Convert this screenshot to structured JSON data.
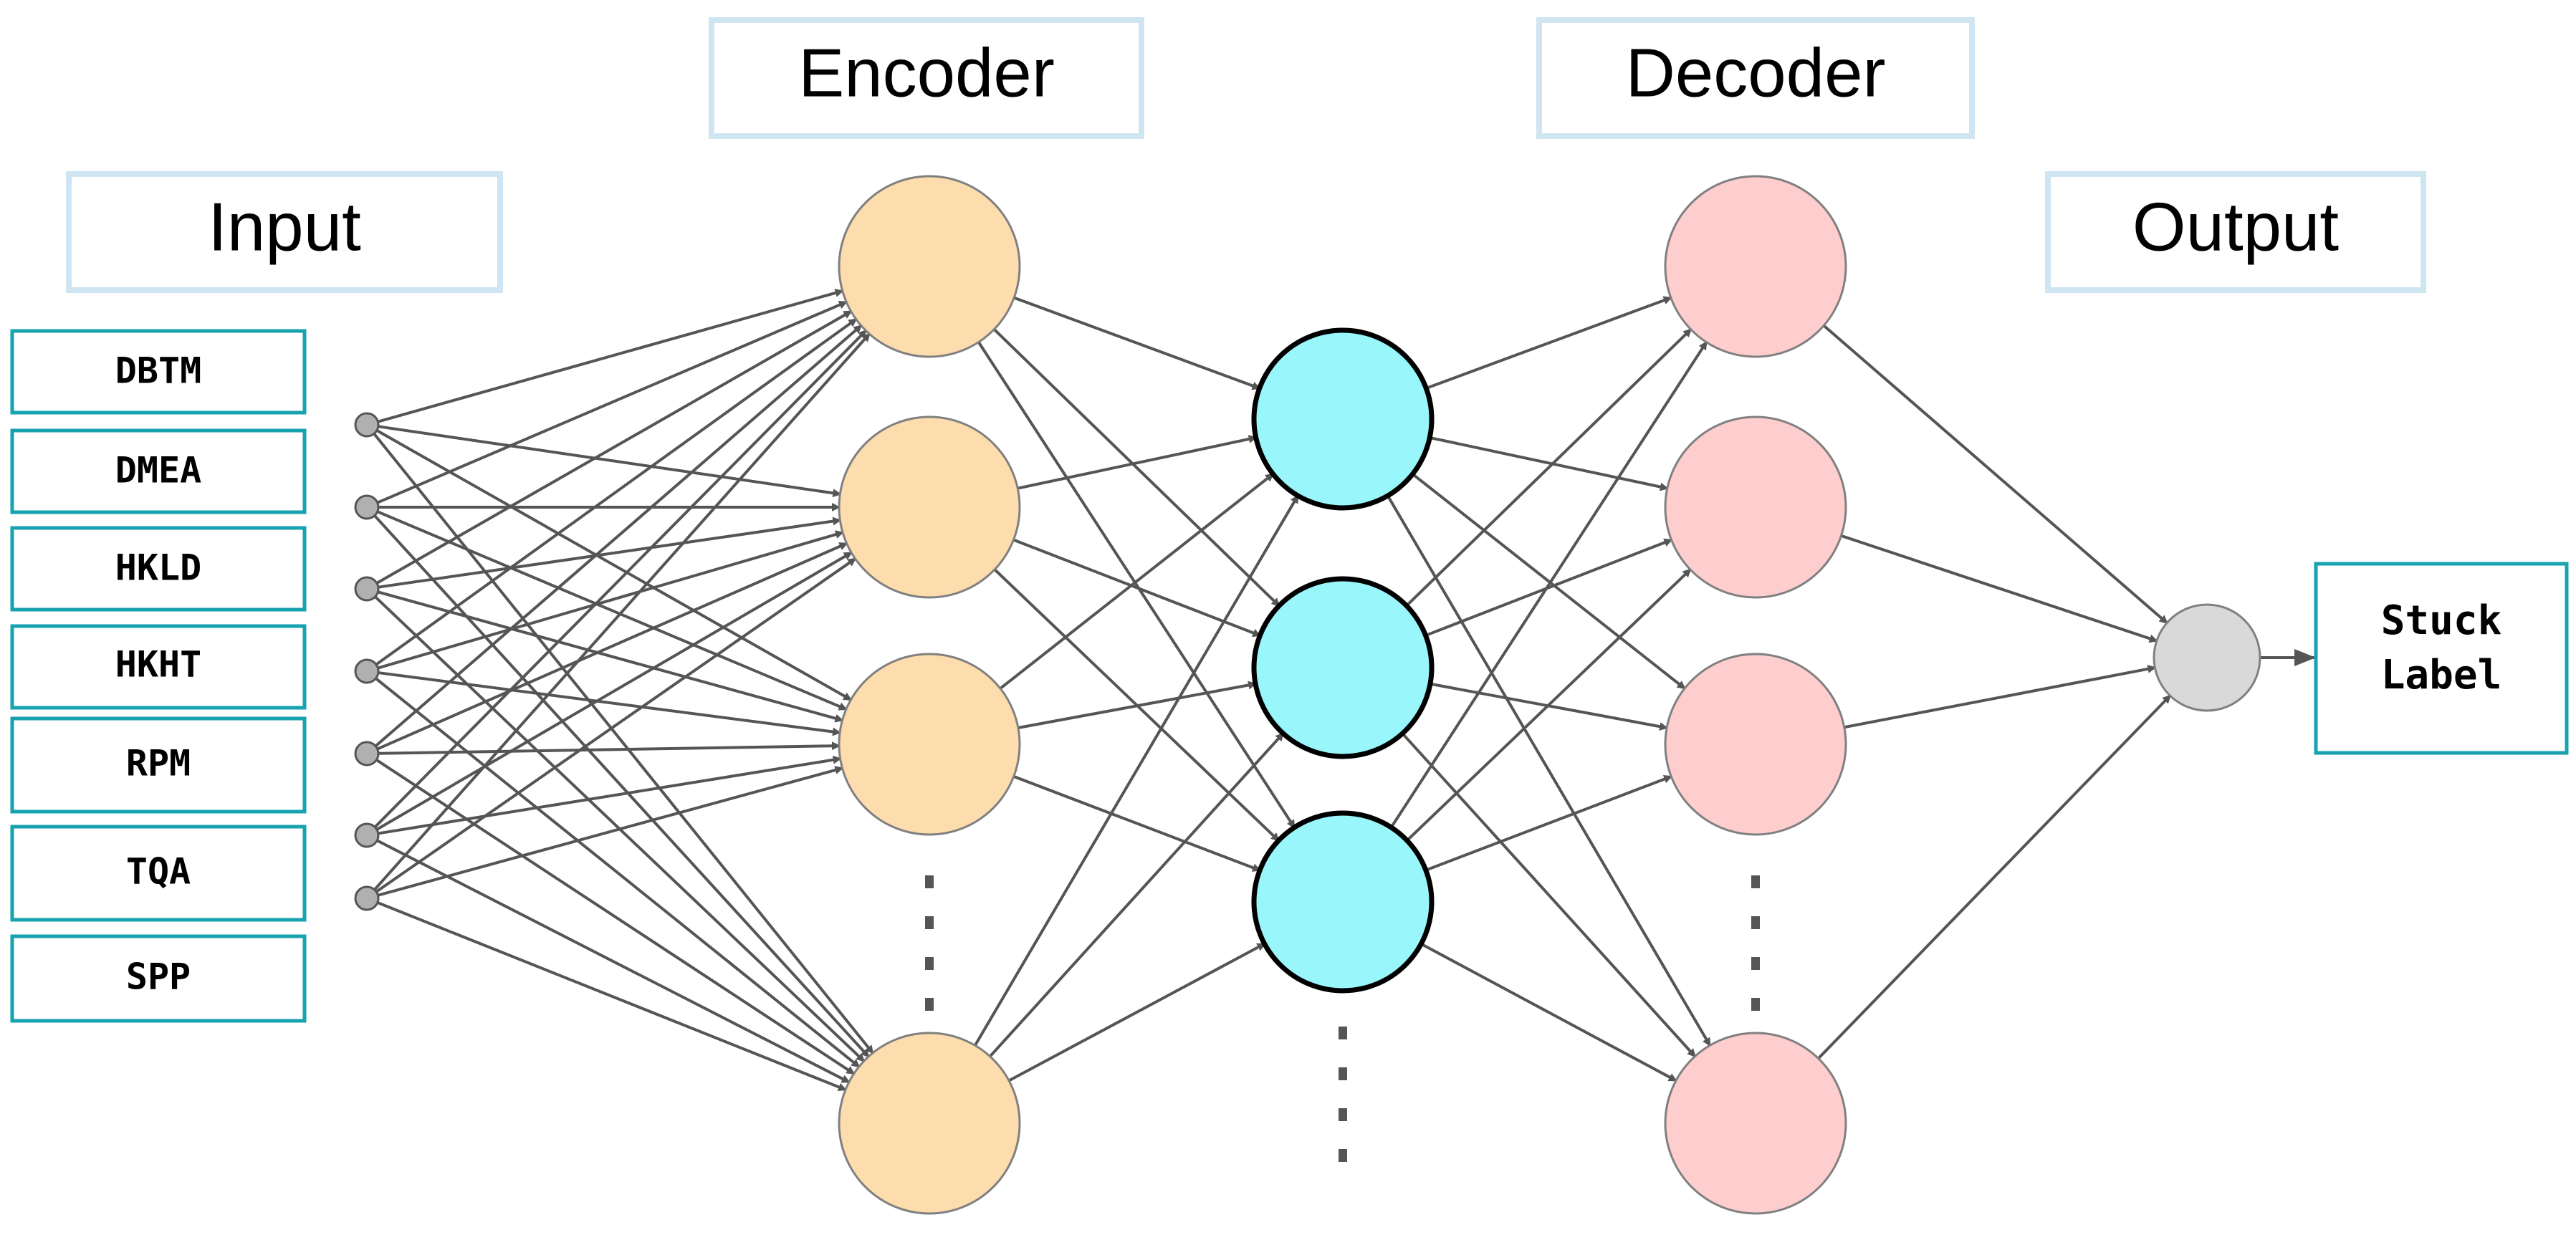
{
  "headers": {
    "input": "Input",
    "encoder": "Encoder",
    "decoder": "Decoder",
    "output": "Output"
  },
  "input_features": [
    "DBTM",
    "DMEA",
    "HKLD",
    "HKHT",
    "RPM",
    "TQA",
    "SPP"
  ],
  "output_label": [
    "Stuck",
    "Label"
  ],
  "layers": {
    "input_nodes": 7,
    "encoder_nodes": 4,
    "latent_nodes": 3,
    "decoder_nodes": 4,
    "output_nodes": 1
  },
  "colors": {
    "encoder_fill": "#fddcad",
    "latent_fill": "#99f6fa",
    "decoder_fill": "#fecdce",
    "output_fill": "#d9d9d9",
    "feature_border": "#17a2b0",
    "header_border": "#cfe5f2"
  }
}
